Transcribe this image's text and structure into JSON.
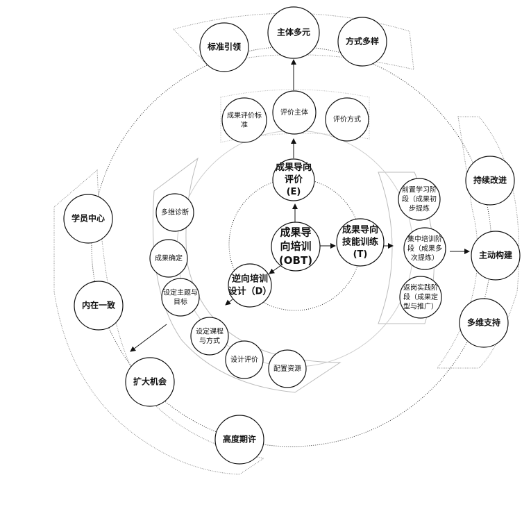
{
  "core": {
    "obt": [
      "成果导",
      "向培训",
      "(OBT)"
    ],
    "evaluation": [
      "成果导向",
      "评价",
      "(E)"
    ],
    "training": [
      "成果导向",
      "技能训练",
      "(T)"
    ],
    "design": [
      "逆向培训",
      "设计（D）"
    ]
  },
  "evaluation_ring": [
    [
      "成果评价标",
      "准"
    ],
    [
      "评价主体"
    ],
    [
      "评价方式"
    ]
  ],
  "design_chain": [
    [
      "多维诊断"
    ],
    [
      "成果确定"
    ],
    [
      "设定主题与",
      "目标"
    ],
    [
      "设定课程",
      "与方式"
    ],
    [
      "设计评价"
    ],
    [
      "配置资源"
    ]
  ],
  "training_stages": [
    [
      "前置学习阶",
      "段（成果初",
      "步提炼"
    ],
    [
      "集中培训阶",
      "段（成果多",
      "次提炼）"
    ],
    [
      "返岗实践阶",
      "段（成果定",
      "型与推广）"
    ]
  ],
  "outer_ring": {
    "top": [
      [
        "标准引领"
      ],
      [
        "主体多元"
      ],
      [
        "方式多样"
      ]
    ],
    "right": [
      [
        "持续改进"
      ],
      [
        "主动构建"
      ],
      [
        "多维支持"
      ]
    ],
    "left": [
      [
        "学员中心"
      ],
      [
        "内在一致"
      ],
      [
        "扩大机会"
      ],
      [
        "高度期许"
      ]
    ]
  }
}
